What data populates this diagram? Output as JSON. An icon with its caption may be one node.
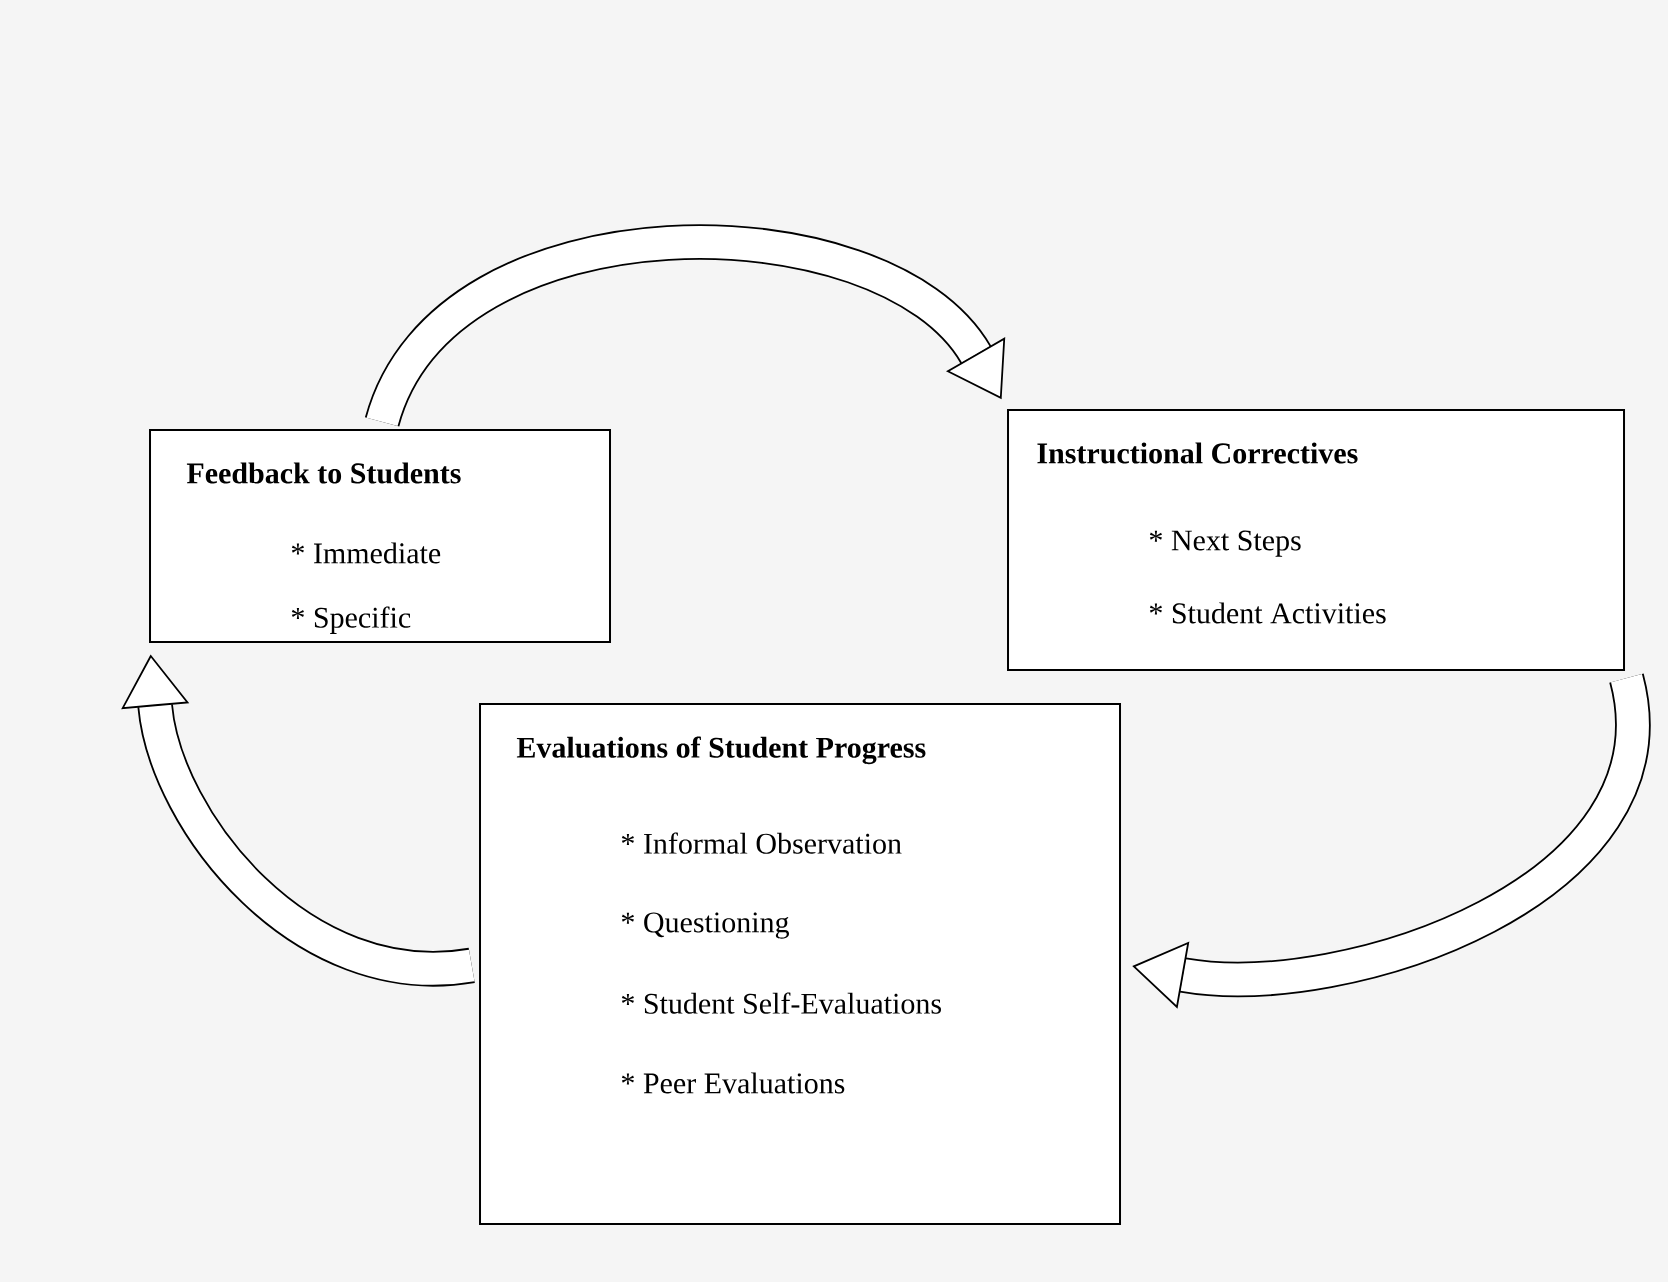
{
  "diagram": {
    "nodes": [
      {
        "text": [
          "Feedback to Students",
          "* Immediate",
          "* Specific"
        ]
      },
      {
        "text": [
          "Instructional Correctives",
          "* Next Steps",
          "* Student Activities"
        ]
      },
      {
        "text": [
          "Evaluations of Student Progress",
          "* Informal Observation",
          "* Questioning",
          "* Student Self-Evaluations",
          "* Peer Evaluations"
        ]
      }
    ],
    "edges": [
      {
        "from": 0,
        "to": 1,
        "arrow": "to"
      },
      {
        "from": 1,
        "to": 2,
        "arrow": "to"
      },
      {
        "from": 2,
        "to": 0,
        "arrow": "to"
      }
    ]
  }
}
